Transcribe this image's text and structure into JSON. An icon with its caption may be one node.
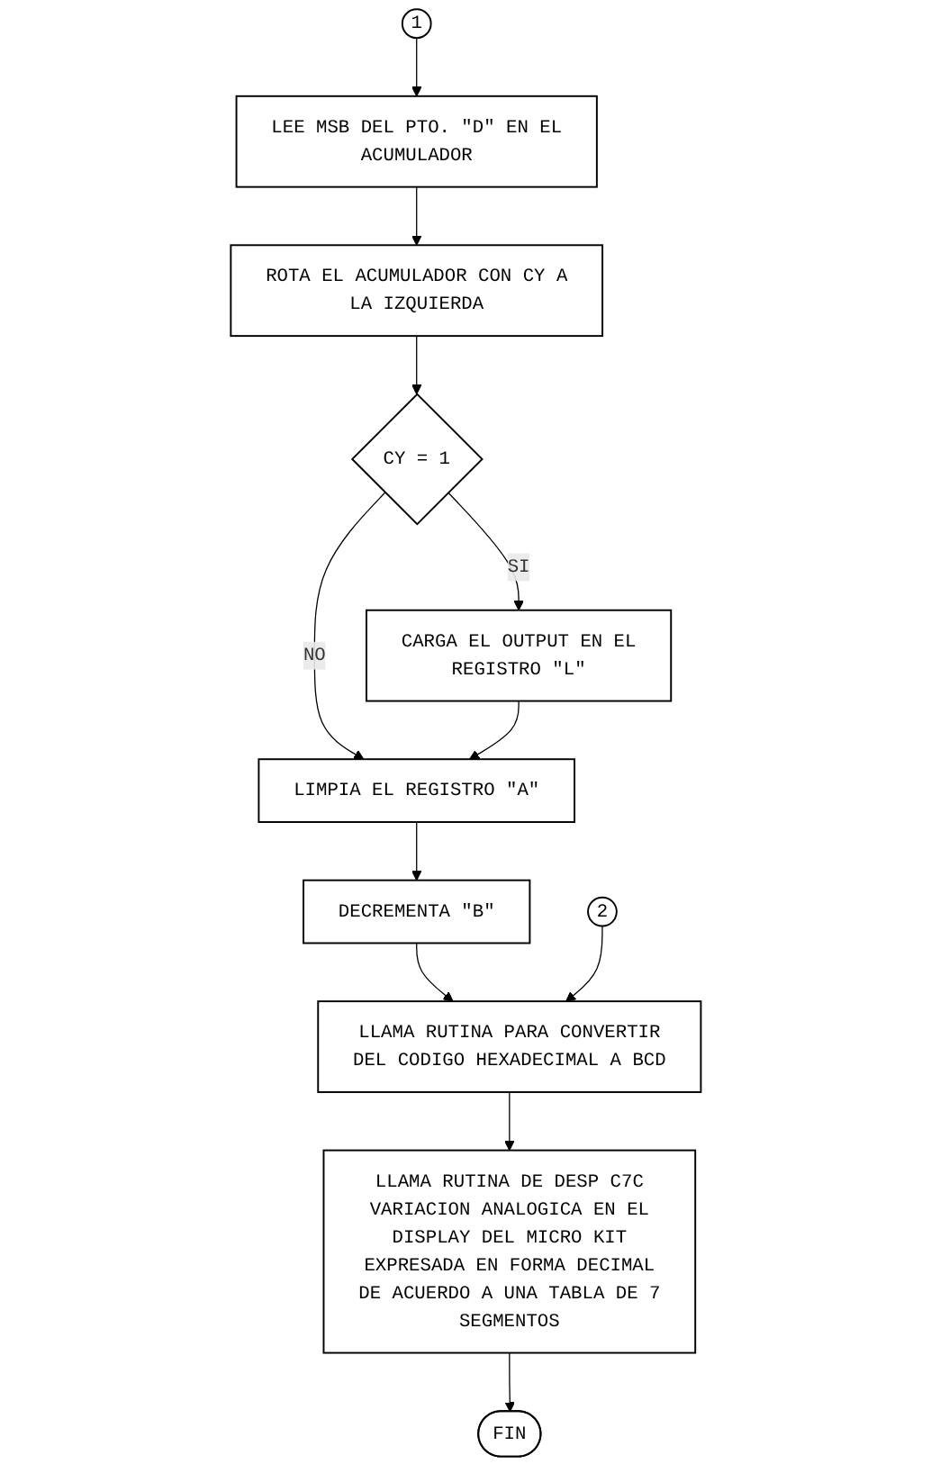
{
  "diagram": {
    "nodes": [
      {
        "text": [
          "1"
        ]
      },
      {
        "text": [
          "LEE MSB DEL PTO. \"D\" EN EL ACUMULADOR"
        ]
      },
      {
        "text": [
          "ROTA EL ACUMULADOR CON CY A LA IZQUIERDA"
        ]
      },
      {
        "text": [
          "CY = 1"
        ]
      },
      {
        "text": [
          "CARGA EL OUTPUT EN EL REGISTRO \"L\""
        ]
      },
      {
        "text": [
          "LIMPIA EL REGISTRO \"A\""
        ]
      },
      {
        "text": [
          "DECREMENTA \"B\""
        ]
      },
      {
        "text": [
          "2"
        ]
      },
      {
        "text": [
          "LLAMA RUTINA PARA CONVERTIR DEL CODIGO HEXADECIMAL A BCD"
        ]
      },
      {
        "text": [
          "LLAMA RUTINA DE DESP C7C VARIACION ANALOGICA EN EL DISPLAY DEL MICRO KIT EXPRESADA EN FORMA DECIMAL DE ACUERDO A UNA TABLA DE 7 SEGMENTOS"
        ]
      },
      {
        "text": [
          "FIN"
        ]
      }
    ],
    "edges": [
      {
        "from": 0,
        "to": 1,
        "arrow": "to"
      },
      {
        "from": 1,
        "to": 2,
        "arrow": "to"
      },
      {
        "from": 2,
        "to": 3,
        "arrow": "to"
      },
      {
        "from": 3,
        "to": 4,
        "label": "SI",
        "arrow": "to"
      },
      {
        "from": 3,
        "to": 5,
        "label": "NO",
        "arrow": "to"
      },
      {
        "from": 4,
        "to": 5,
        "arrow": "to"
      },
      {
        "from": 5,
        "to": 6,
        "arrow": "to"
      },
      {
        "from": 6,
        "to": 8,
        "arrow": "to"
      },
      {
        "from": 7,
        "to": 8,
        "arrow": "to"
      },
      {
        "from": 8,
        "to": 9,
        "arrow": "to"
      },
      {
        "from": 9,
        "to": 10,
        "arrow": "to"
      }
    ]
  }
}
